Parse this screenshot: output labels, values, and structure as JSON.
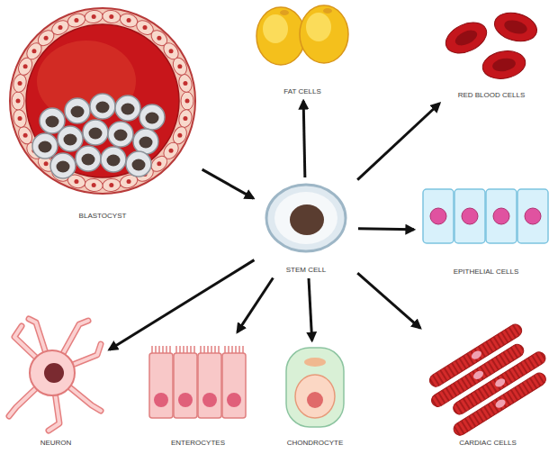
{
  "diagram": {
    "nodes": [
      {
        "text": [
          "BLASTOCYST"
        ]
      },
      {
        "text": [
          "FAT CELLS"
        ]
      },
      {
        "text": [
          "RED BLOOD CELLS"
        ]
      },
      {
        "text": [
          "STEM CELL"
        ]
      },
      {
        "text": [
          "EPITHELIAL CELLS"
        ]
      },
      {
        "text": [
          "NEURON"
        ]
      },
      {
        "text": [
          "ENTEROCYTES"
        ]
      },
      {
        "text": [
          "CHONDROCYTE"
        ]
      },
      {
        "text": [
          "CARDIAC CELLS"
        ]
      }
    ],
    "edges": [
      {
        "from": 0,
        "to": 3,
        "arrow": "to"
      },
      {
        "from": 3,
        "to": 1,
        "arrow": "to"
      },
      {
        "from": 3,
        "to": 2,
        "arrow": "to"
      },
      {
        "from": 3,
        "to": 4,
        "arrow": "to"
      },
      {
        "from": 3,
        "to": 5,
        "arrow": "to"
      },
      {
        "from": 3,
        "to": 6,
        "arrow": "to"
      },
      {
        "from": 3,
        "to": 7,
        "arrow": "to"
      },
      {
        "from": 3,
        "to": 8,
        "arrow": "to"
      }
    ]
  }
}
